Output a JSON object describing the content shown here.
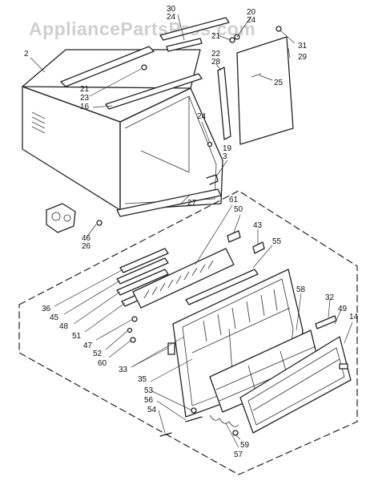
{
  "watermark": "AppliancePartsPros.com",
  "callouts": [
    {
      "id": "2",
      "text": "2"
    },
    {
      "id": "3",
      "text": "3"
    },
    {
      "id": "14",
      "text": "14"
    },
    {
      "id": "16",
      "text": "16"
    },
    {
      "id": "19",
      "text": "19"
    },
    {
      "id": "20",
      "text": "20"
    },
    {
      "id": "21a",
      "text": "21"
    },
    {
      "id": "21b",
      "text": "21"
    },
    {
      "id": "22",
      "text": "22"
    },
    {
      "id": "23",
      "text": "23"
    },
    {
      "id": "24a",
      "text": "24"
    },
    {
      "id": "24b",
      "text": "24"
    },
    {
      "id": "24c",
      "text": "24"
    },
    {
      "id": "25",
      "text": "25"
    },
    {
      "id": "26",
      "text": "26"
    },
    {
      "id": "27",
      "text": "27"
    },
    {
      "id": "28",
      "text": "28"
    },
    {
      "id": "29",
      "text": "29"
    },
    {
      "id": "30",
      "text": "30"
    },
    {
      "id": "31",
      "text": "31"
    },
    {
      "id": "32",
      "text": "32"
    },
    {
      "id": "33",
      "text": "33"
    },
    {
      "id": "35",
      "text": "35"
    },
    {
      "id": "36",
      "text": "36"
    },
    {
      "id": "43",
      "text": "43"
    },
    {
      "id": "45",
      "text": "45"
    },
    {
      "id": "46",
      "text": "46"
    },
    {
      "id": "47",
      "text": "47"
    },
    {
      "id": "48",
      "text": "48"
    },
    {
      "id": "49",
      "text": "49"
    },
    {
      "id": "50",
      "text": "50"
    },
    {
      "id": "51",
      "text": "51"
    },
    {
      "id": "52",
      "text": "52"
    },
    {
      "id": "53",
      "text": "53"
    },
    {
      "id": "54",
      "text": "54"
    },
    {
      "id": "55",
      "text": "55"
    },
    {
      "id": "56",
      "text": "56"
    },
    {
      "id": "57",
      "text": "57"
    },
    {
      "id": "58",
      "text": "58"
    },
    {
      "id": "59",
      "text": "59"
    },
    {
      "id": "60",
      "text": "60"
    },
    {
      "id": "61",
      "text": "61"
    }
  ]
}
